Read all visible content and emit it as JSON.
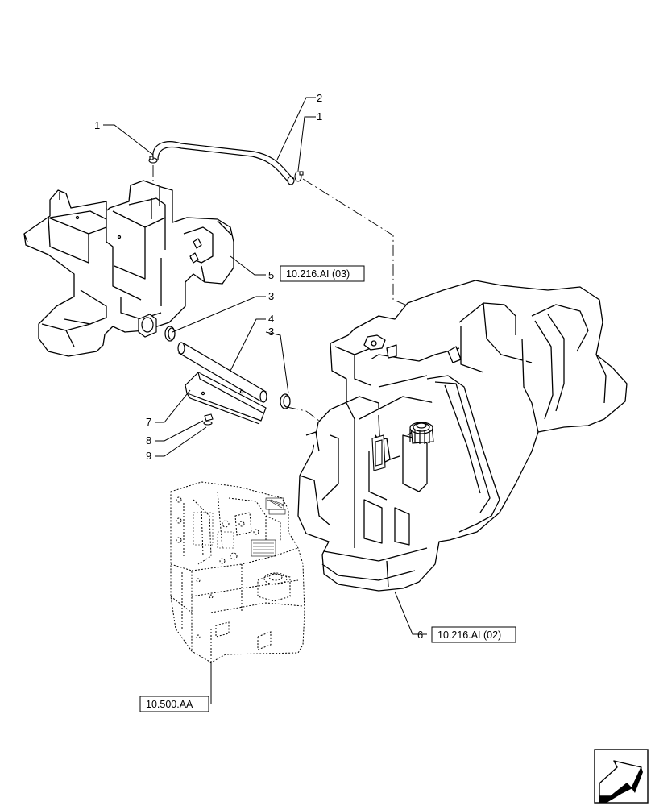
{
  "callouts": {
    "c1_top_left": "1",
    "c2_hose": "2",
    "c1_top_right": "1",
    "c5": "5",
    "c3_upper": "3",
    "c4": "4",
    "c3_lower": "3",
    "c7": "7",
    "c8": "8",
    "c9": "9",
    "c6": "6"
  },
  "references": {
    "ref_upper_tank": "10.216.AI (03)",
    "ref_main_tank": "10.216.AI (02)",
    "ref_engine": "10.500.AA"
  },
  "icons": {
    "nav": "arrow-navigation-icon"
  }
}
